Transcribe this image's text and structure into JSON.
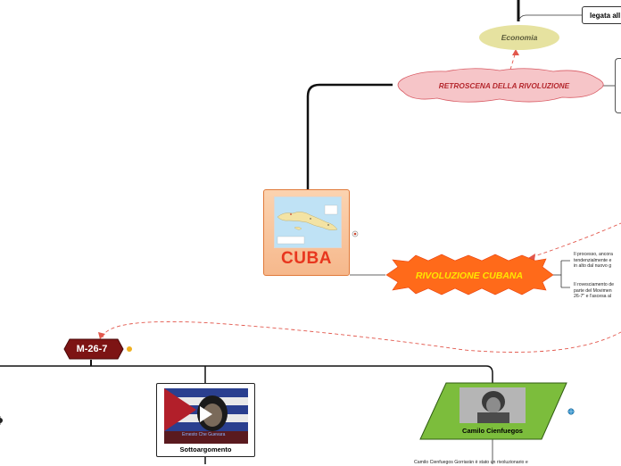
{
  "nodes": {
    "top_right": {
      "label": "legata all"
    },
    "economia": {
      "label": "Economia"
    },
    "retroscena": {
      "label": "RETROSCENA DELLA RIVOLUZIONE"
    },
    "cuba": {
      "label": "CUBA"
    },
    "rivoluzione": {
      "label": "RIVOLUZIONE CUBANA"
    },
    "m267": {
      "label": "M-26-7"
    },
    "sottoargomento": {
      "label": "Sottoargomento",
      "video_caption": "Ernesto Che Guevara"
    },
    "camilo": {
      "label": "Camilo Cienfuegos"
    }
  },
  "notes": {
    "rivoluzione_1": [
      "Il processo, ancora",
      "tendenzialmente e",
      "in alto dal nuovo g"
    ],
    "rivoluzione_2": [
      "Il rovesciamento de",
      "parte del Movimen",
      "26-7\" e l'ascesa al"
    ],
    "camilo_desc": "Camilo Cienfuegos Gorriarán è stato un rivoluzionario e"
  },
  "colors": {
    "cuba_text": "#e8361e",
    "rivoluzione_fill": "#ff6a1a",
    "rivoluzione_text": "#ffe600",
    "retroscena_fill": "#f6c5c8",
    "retroscena_text": "#b5282e",
    "economia_fill": "#e6e2a0",
    "m267_fill": "#7d1414",
    "camilo_fill": "#7cbd3c",
    "dashed_link": "#e2574c"
  },
  "icons": [
    "info-icon",
    "pin-icon",
    "play-icon",
    "globe-icon"
  ]
}
